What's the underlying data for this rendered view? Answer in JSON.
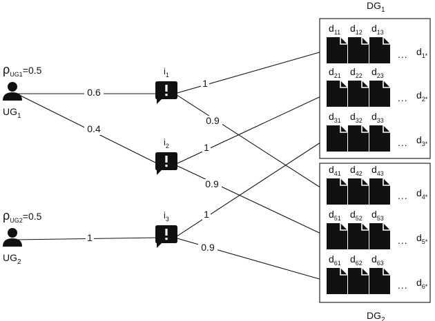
{
  "groups": {
    "user": [
      {
        "id": "UG1",
        "base": "UG",
        "sub": "1",
        "weight_label": "=0.5"
      },
      {
        "id": "UG2",
        "base": "UG",
        "sub": "2",
        "weight_label": "=0.5"
      }
    ],
    "doc": [
      {
        "id": "DG1",
        "base": "DG",
        "sub": "1"
      },
      {
        "id": "DG2",
        "base": "DG",
        "sub": "2"
      }
    ]
  },
  "rho_symbol": "ρ",
  "items": [
    {
      "id": "i1",
      "base": "i",
      "sub": "1"
    },
    {
      "id": "i2",
      "base": "i",
      "sub": "2"
    },
    {
      "id": "i3",
      "base": "i",
      "sub": "3"
    }
  ],
  "doc_rows": [
    {
      "id": "row1",
      "group": "DG1",
      "cells": [
        {
          "base": "d",
          "sub": "11"
        },
        {
          "base": "d",
          "sub": "12"
        },
        {
          "base": "d",
          "sub": "13"
        }
      ],
      "ellipsis": "...",
      "last": {
        "base": "d",
        "sub": "1*"
      }
    },
    {
      "id": "row2",
      "group": "DG1",
      "cells": [
        {
          "base": "d",
          "sub": "21"
        },
        {
          "base": "d",
          "sub": "22"
        },
        {
          "base": "d",
          "sub": "23"
        }
      ],
      "ellipsis": "...",
      "last": {
        "base": "d",
        "sub": "2*"
      }
    },
    {
      "id": "row3",
      "group": "DG1",
      "cells": [
        {
          "base": "d",
          "sub": "31"
        },
        {
          "base": "d",
          "sub": "32"
        },
        {
          "base": "d",
          "sub": "33"
        }
      ],
      "ellipsis": "...",
      "last": {
        "base": "d",
        "sub": "3*"
      }
    },
    {
      "id": "row4",
      "group": "DG2",
      "cells": [
        {
          "base": "d",
          "sub": "41"
        },
        {
          "base": "d",
          "sub": "42"
        },
        {
          "base": "d",
          "sub": "43"
        }
      ],
      "ellipsis": "...",
      "last": {
        "base": "d",
        "sub": "4*"
      }
    },
    {
      "id": "row5",
      "group": "DG2",
      "cells": [
        {
          "base": "d",
          "sub": "51"
        },
        {
          "base": "d",
          "sub": "52"
        },
        {
          "base": "d",
          "sub": "53"
        }
      ],
      "ellipsis": "...",
      "last": {
        "base": "d",
        "sub": "5*"
      }
    },
    {
      "id": "row6",
      "group": "DG2",
      "cells": [
        {
          "base": "d",
          "sub": "61"
        },
        {
          "base": "d",
          "sub": "62"
        },
        {
          "base": "d",
          "sub": "63"
        }
      ],
      "ellipsis": "...",
      "last": {
        "base": "d",
        "sub": "6*"
      }
    }
  ],
  "edges": [
    {
      "from": "UG1",
      "to": "i1",
      "label": "0.6"
    },
    {
      "from": "UG1",
      "to": "i2",
      "label": "0.4"
    },
    {
      "from": "UG2",
      "to": "i3",
      "label": "1"
    },
    {
      "from": "i1",
      "to": "row1",
      "label": "1"
    },
    {
      "from": "i1",
      "to": "row4",
      "label": "0.9"
    },
    {
      "from": "i2",
      "to": "row2",
      "label": "1"
    },
    {
      "from": "i2",
      "to": "row5",
      "label": "0.9"
    },
    {
      "from": "i3",
      "to": "row3",
      "label": "1"
    },
    {
      "from": "i3",
      "to": "row6",
      "label": "0.9"
    }
  ],
  "icons": {
    "user": "user-icon",
    "item": "comment-alert-icon",
    "doc": "document-icon"
  }
}
